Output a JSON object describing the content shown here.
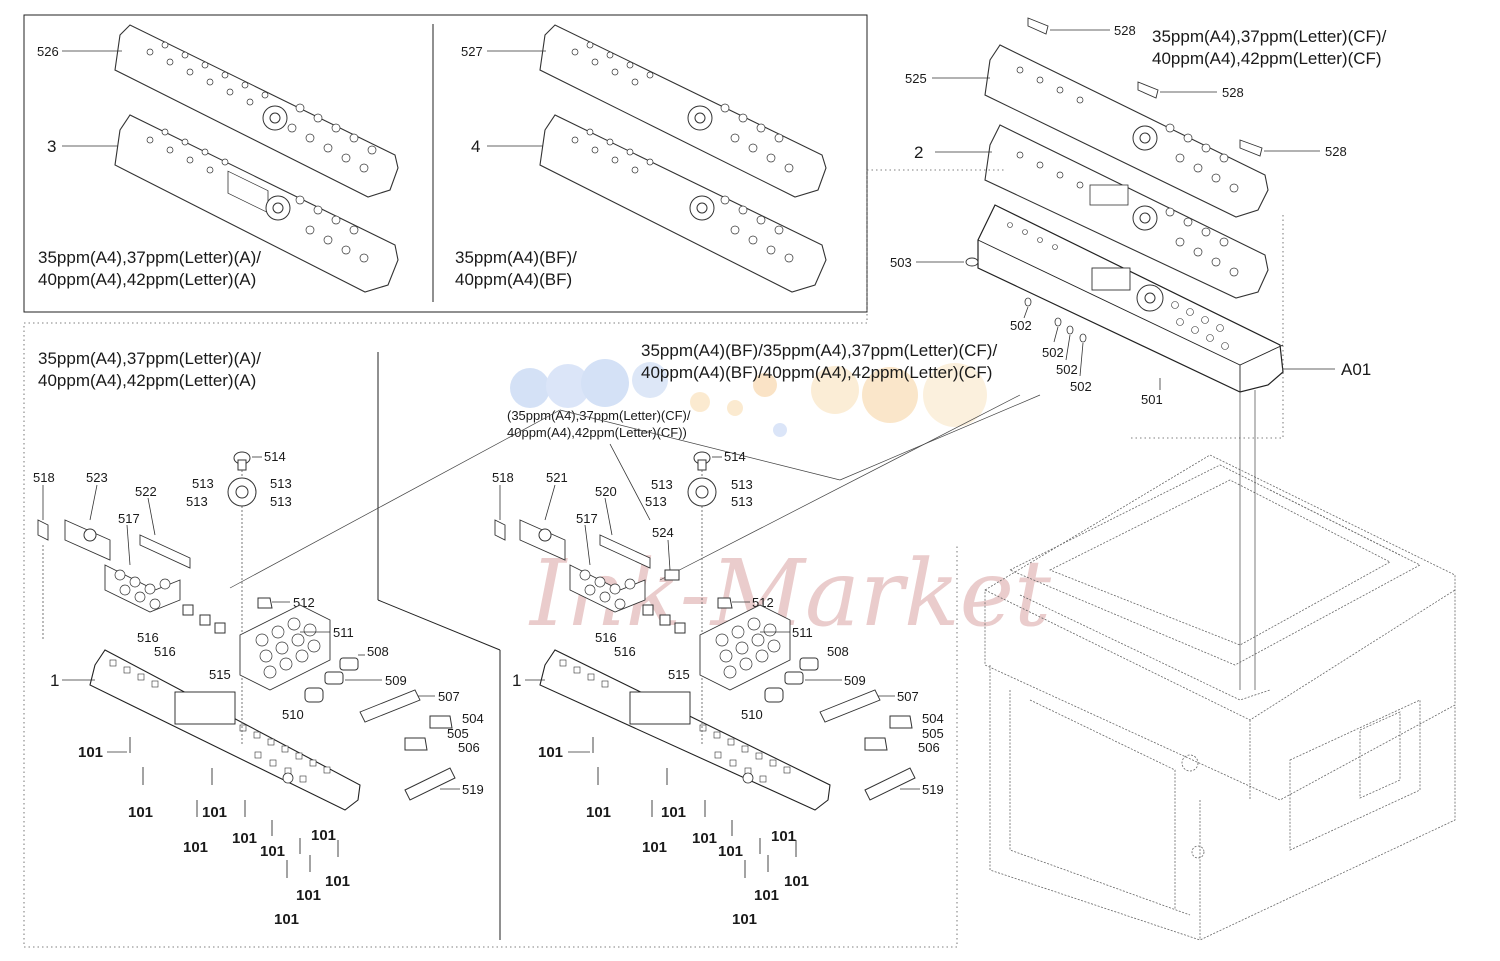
{
  "watermark": "Ink-Market",
  "captions": {
    "box3": [
      "35ppm(A4),37ppm(Letter)(A)/",
      "40ppm(A4),42ppm(Letter)(A)"
    ],
    "box4": [
      "35ppm(A4)(BF)/",
      "40ppm(A4)(BF)"
    ],
    "top_right": [
      "35ppm(A4),37ppm(Letter)(CF)/",
      "40ppm(A4),42ppm(Letter)(CF)"
    ],
    "left_section": [
      "35ppm(A4),37ppm(Letter)(A)/",
      "40ppm(A4),42ppm(Letter)(A)"
    ],
    "center": [
      "35ppm(A4)(BF)/35ppm(A4),37ppm(Letter)(CF)/",
      "40ppm(A4)(BF)/40ppm(A4),42ppm(Letter)(CF)"
    ],
    "small": [
      "(35ppm(A4),37ppm(Letter)(CF)/",
      "40ppm(A4),42ppm(Letter)(CF))"
    ]
  },
  "refs": {
    "r526": "526",
    "r527": "527",
    "r525": "525",
    "r528": "528",
    "r3": "3",
    "r4": "4",
    "r2": "2",
    "r1": "1",
    "rA01": "A01",
    "r501": "501",
    "r502": "502",
    "r503": "503",
    "r504": "504",
    "r505": "505",
    "r506": "506",
    "r507": "507",
    "r508": "508",
    "r509": "509",
    "r510": "510",
    "r511": "511",
    "r512": "512",
    "r513": "513",
    "r514": "514",
    "r515": "515",
    "r516": "516",
    "r517": "517",
    "r518": "518",
    "r519": "519",
    "r520": "520",
    "r521": "521",
    "r522": "522",
    "r523": "523",
    "r524": "524",
    "r101": "101"
  }
}
